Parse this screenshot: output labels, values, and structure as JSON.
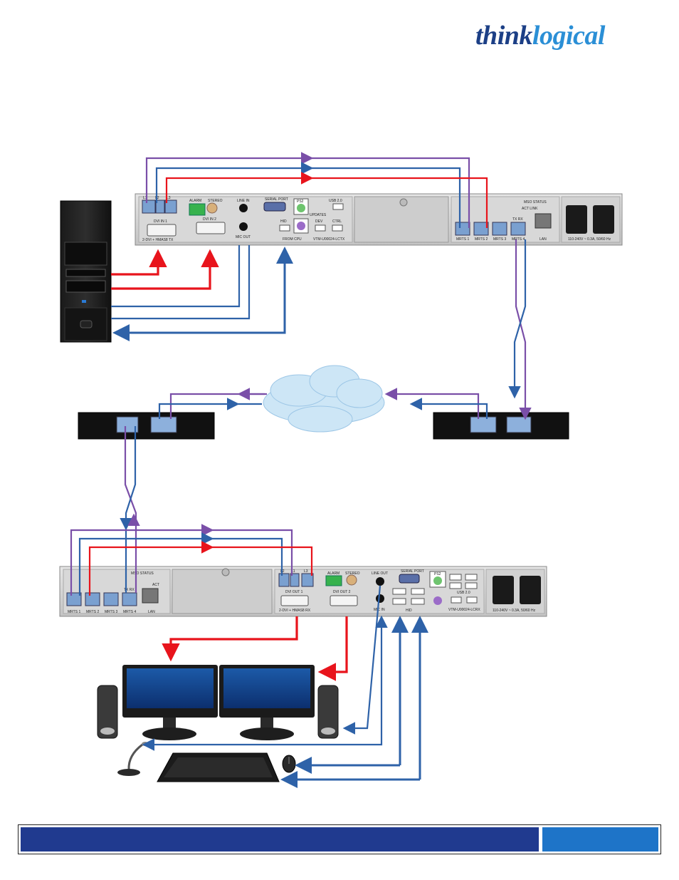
{
  "brand": {
    "logo_think": "think",
    "logo_logical": "logical"
  },
  "tx_unit": {
    "labels": {
      "alarm": "ALARM",
      "stereo": "STEREO",
      "line_in": "LINE IN",
      "mic_out": "MIC OUT",
      "serial_port": "SERIAL PORT",
      "ps2": "PS2",
      "usb20": "USB 2.0",
      "updates": "UPDATES",
      "dev": "DEV",
      "ctrl": "CTRL",
      "hid": "HID",
      "from_cpu": "FROM CPU",
      "dvi_in_1": "DVI IN 1",
      "dvi_in_2": "DVI IN 2",
      "model_strip": "2-DVI + HMAS8 TX",
      "model": "VTM-U00024-LCTX",
      "l1": "L1",
      "l2": "L2",
      "l3": "L3",
      "mrts1": "MRTS 1",
      "mrts2": "MRTS 2",
      "mrts3": "MRTS 3",
      "mrts4": "MRTS 4",
      "txrx": "TX  RX",
      "lan": "LAN",
      "act_link": "ACT LINK",
      "mso_status": "MSO STATUS",
      "power": "110-240V ~ 0.3A, 50/60 Hz"
    }
  },
  "rx_unit": {
    "labels": {
      "alarm": "ALARM",
      "stereo": "STEREO",
      "line_out": "LINE OUT",
      "mic_in": "MIC IN",
      "serial_port": "SERIAL PORT",
      "ps2": "PS2",
      "usb20": "USB 2.0",
      "hid": "HID",
      "dvi_out_1": "DVI OUT 1",
      "dvi_out_2": "DVI OUT 2",
      "model_strip": "2-DVI + HMAS8 RX",
      "model": "VTM-U00024-LCRX",
      "l1": "L1",
      "l2": "L2",
      "l3": "L3",
      "mrts1": "MRTS 1",
      "mrts2": "MRTS 2",
      "mrts3": "MRTS 3",
      "mrts4": "MRTS 4",
      "txrx": "TX  RX",
      "lan": "LAN",
      "act": "ACT",
      "mso_status": "MSO STATUS",
      "power": "110-240V ~ 0.3A, 50/60 Hz"
    }
  },
  "colors": {
    "red_link": "#e8141c",
    "blue_link": "#2e62a8",
    "purple_link": "#7a4fa8",
    "footer_main": "#203a8f",
    "footer_page": "#1e74c8",
    "cloud": "#cde6f6"
  }
}
